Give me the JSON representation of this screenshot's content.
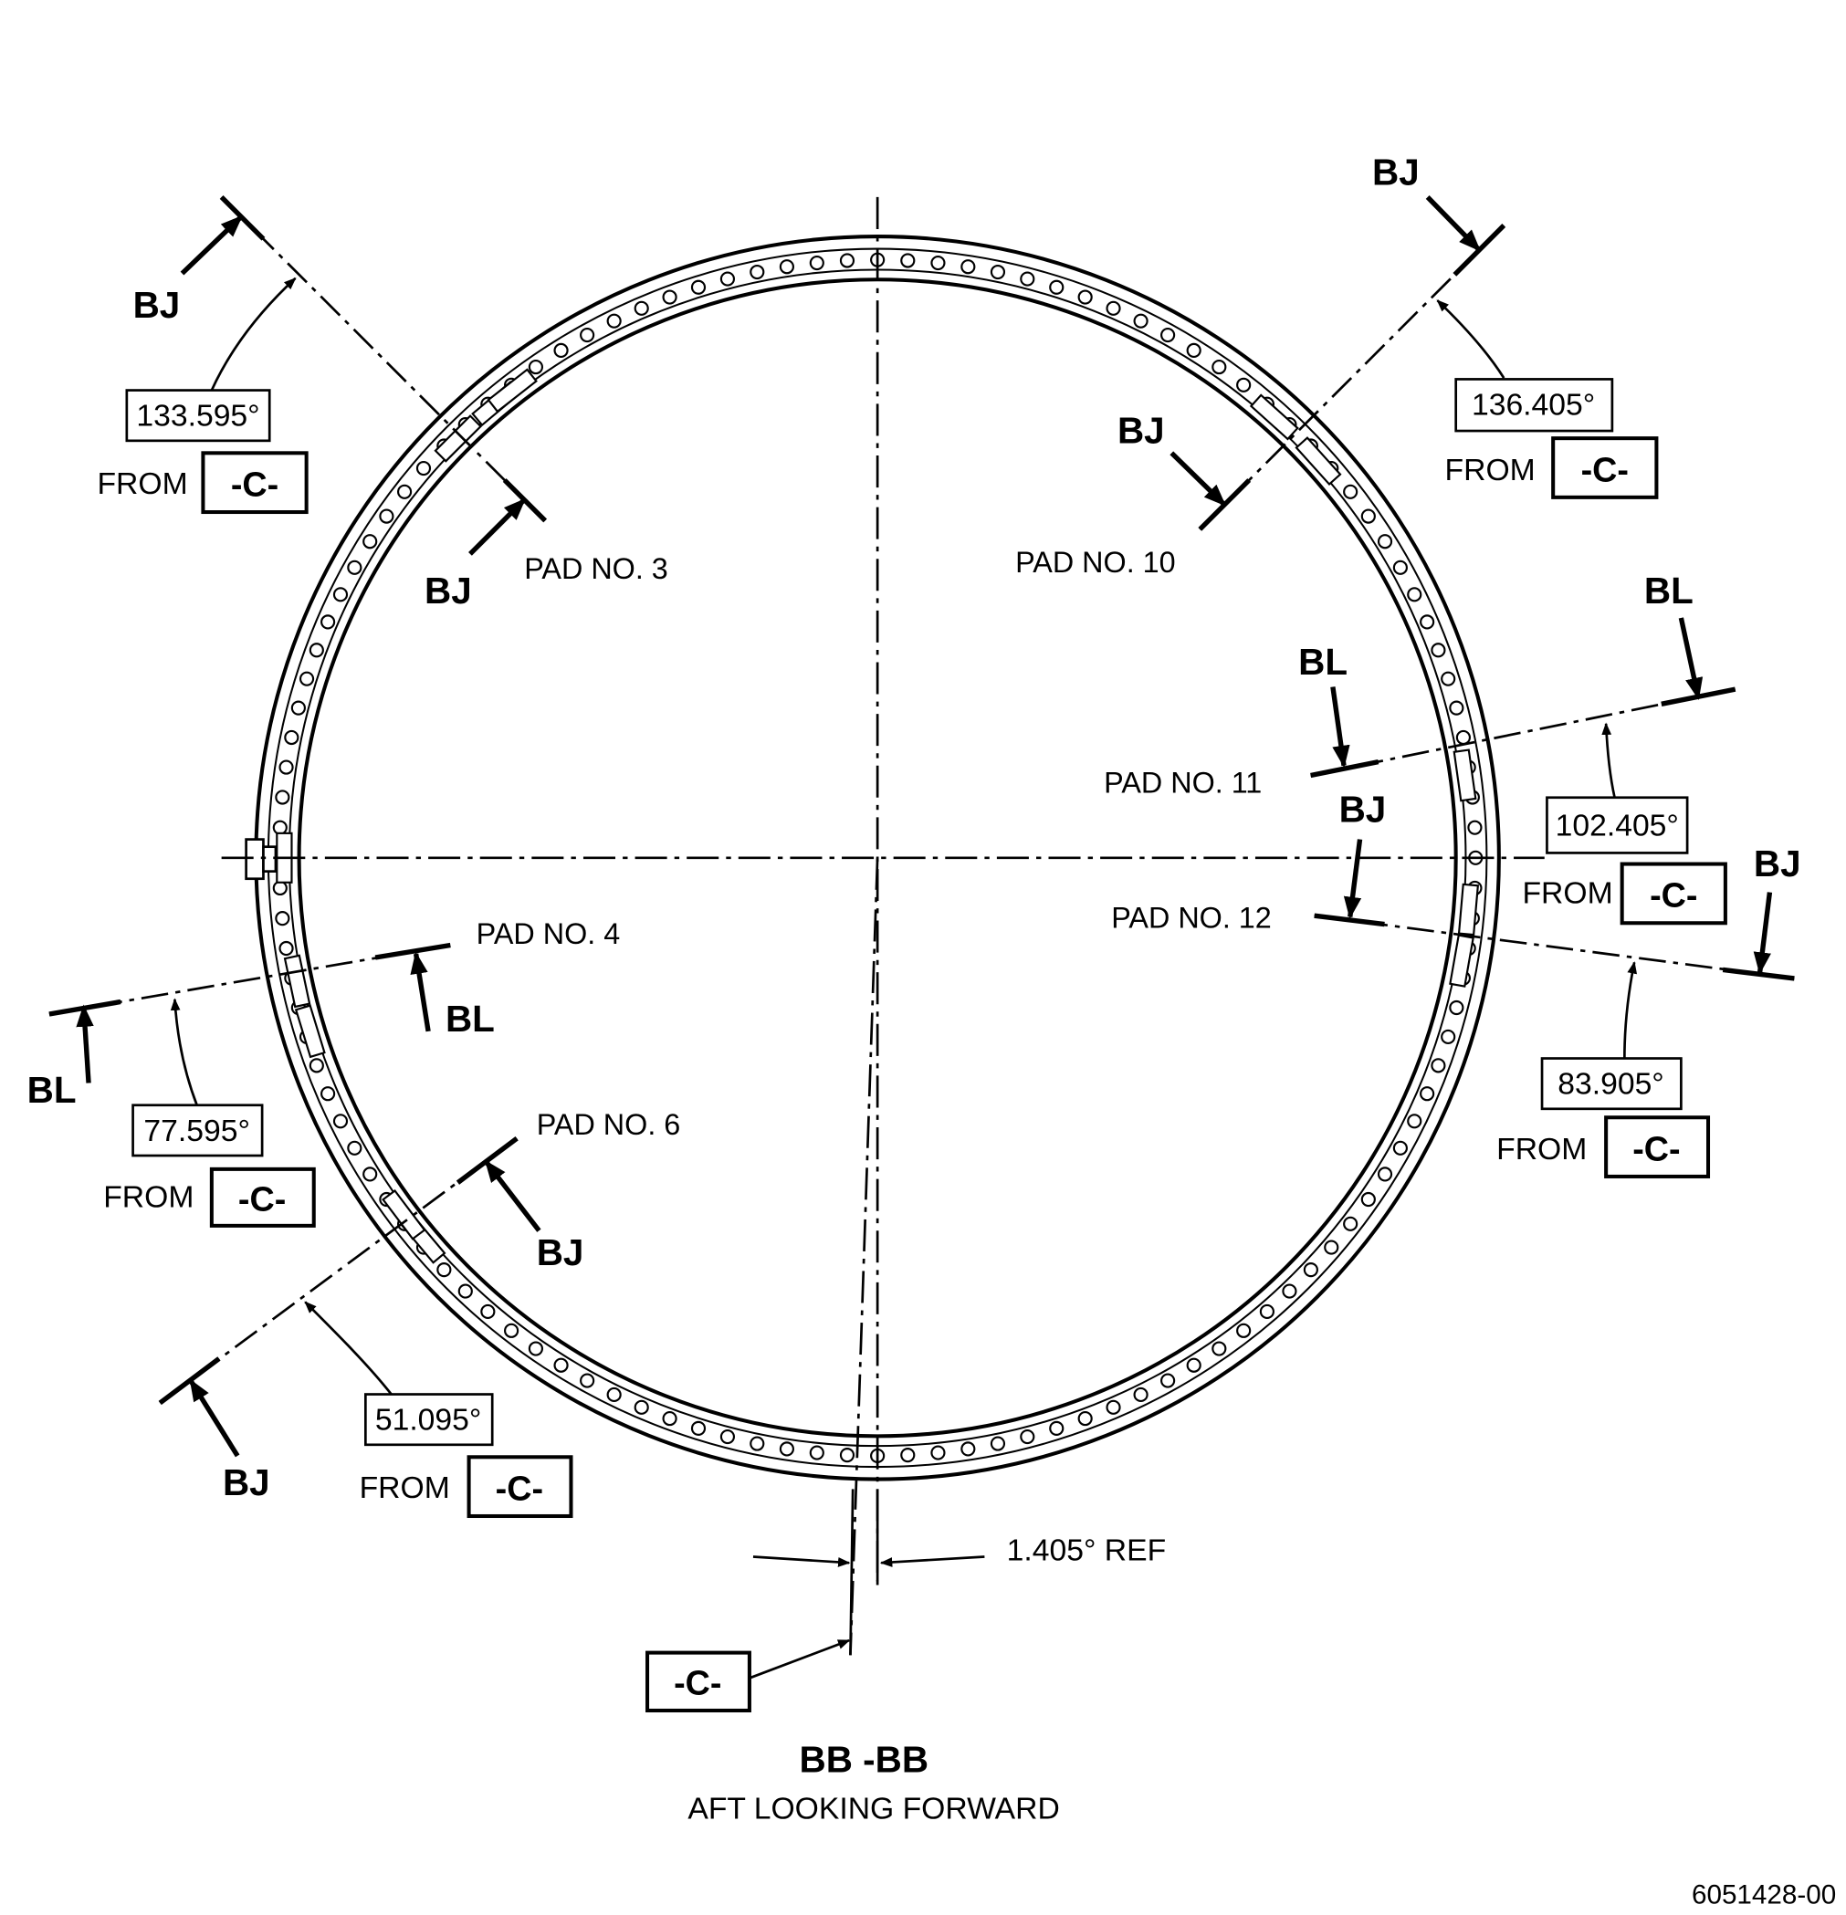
{
  "view": {
    "title": "BB -BB",
    "subtitle": "AFT LOOKING FORWARD",
    "drawing_number": "6051428-00"
  },
  "datum": {
    "label": "-C-",
    "ref_angle": "1.405° REF"
  },
  "from_text": "FROM",
  "angles": {
    "a133": "133.595°",
    "a136": "136.405°",
    "a102": "102.405°",
    "a83": "83.905°",
    "a77": "77.595°",
    "a51": "51.095°"
  },
  "pads": {
    "p3": "PAD NO. 3",
    "p10": "PAD NO. 10",
    "p11": "PAD NO. 11",
    "p12": "PAD NO. 12",
    "p4": "PAD NO. 4",
    "p6": "PAD NO. 6"
  },
  "sections": {
    "bj": "BJ",
    "bl": "BL"
  }
}
